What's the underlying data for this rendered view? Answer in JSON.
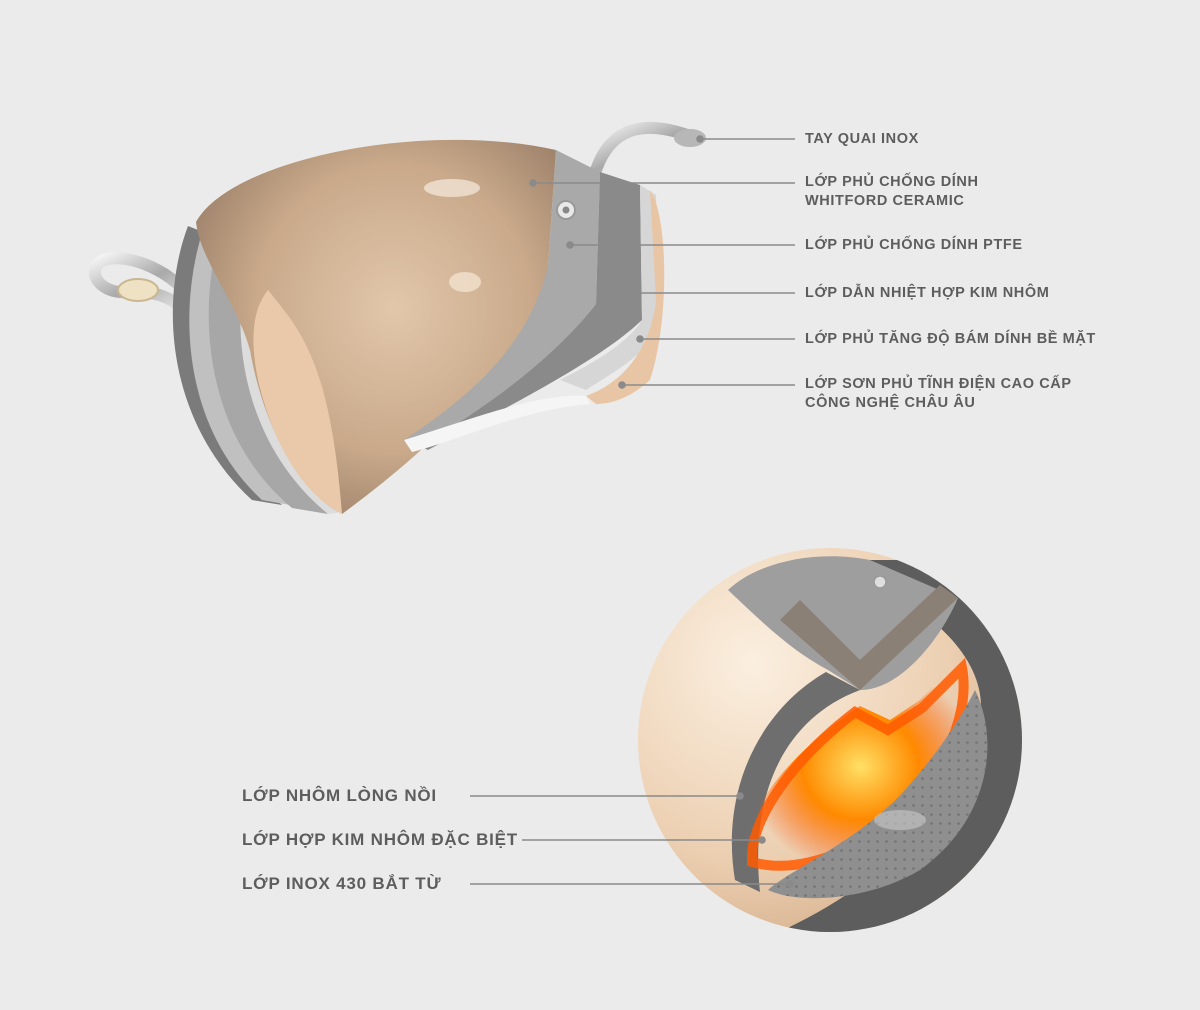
{
  "pot_labels": [
    {
      "line1": "TAY QUAI INOX",
      "line2": ""
    },
    {
      "line1": "LỚP PHỦ CHỐNG DÍNH",
      "line2": "WHITFORD CERAMIC"
    },
    {
      "line1": "LỚP PHỦ CHỐNG DÍNH PTFE",
      "line2": ""
    },
    {
      "line1": "LỚP DẪN NHIỆT HỢP KIM NHÔM",
      "line2": ""
    },
    {
      "line1": "LỚP PHỦ TĂNG ĐỘ BÁM DÍNH BỀ MẶT",
      "line2": ""
    },
    {
      "line1": "LỚP SƠN PHỦ TĨNH ĐIỆN CAO CẤP",
      "line2": "CÔNG NGHỆ CHÂU ÂU"
    }
  ],
  "base_labels": [
    {
      "text": "LỚP NHÔM LÒNG NỒI"
    },
    {
      "text": "LỚP HỢP KIM NHÔM ĐẶC BIỆT"
    },
    {
      "text": "LỚP INOX 430 BẮT TỪ"
    }
  ],
  "colors": {
    "background": "#ebebeb",
    "label_text": "#5d5d5d",
    "leader_line": "#8a8a8a",
    "outer_shell": "#eacfb2",
    "ceramic_inner": "#c9a98a",
    "ptfe_layer": "#a7a7a7",
    "aluminum_layer": "#707070",
    "heat_glow": "#ff7a00"
  }
}
